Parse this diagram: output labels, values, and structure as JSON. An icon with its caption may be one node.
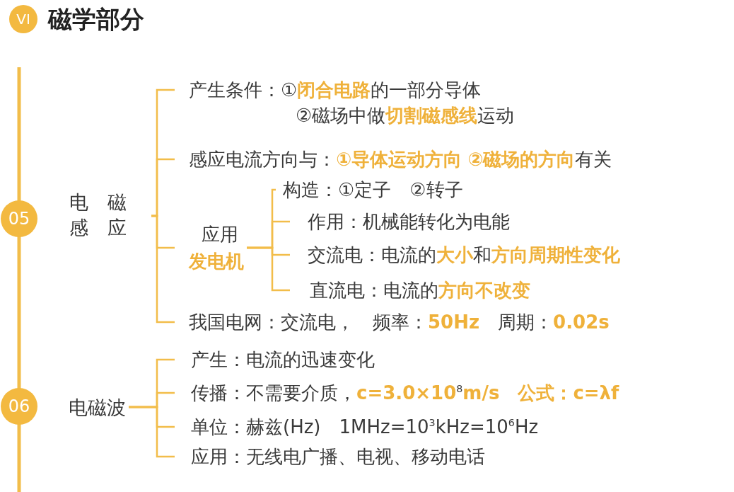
{
  "diagram": {
    "title": "磁学部分",
    "nodes": [
      {
        "text": [
          "VI"
        ]
      },
      {
        "text": [
          "05"
        ]
      },
      {
        "text": [
          "电磁感应"
        ]
      },
      {
        "text": [
          "产生条件：①**闭合电路**的一部分导体",
          "②磁场中做**切割磁感线**运动"
        ]
      },
      {
        "text": [
          "感应电流方向与：**①导体运动方向**  **②磁场的方向**有关"
        ]
      },
      {
        "text": [
          "应用",
          "**发电机**"
        ]
      },
      {
        "text": [
          "构造：①定子　②转子"
        ]
      },
      {
        "text": [
          "作用：机械能转化为电能"
        ]
      },
      {
        "text": [
          "交流电：电流的**大小**和**方向周期性变化**"
        ]
      },
      {
        "text": [
          "直流电：电流的**方向不改变**"
        ]
      },
      {
        "text": [
          "我国电网：交流电，　频率：**50Hz**　周期：**0.02s**"
        ]
      },
      {
        "text": [
          "06"
        ]
      },
      {
        "text": [
          "电磁波"
        ]
      },
      {
        "text": [
          "产生：电流的迅速变化"
        ]
      },
      {
        "text": [
          "传播：不需要介质，**c=3.0×10**$^{8}$**m/s　公式：c=λf**"
        ]
      },
      {
        "text": [
          "单位：赫兹(Hz)　1MHz=10$^{3}$kHz=10$^{6}$Hz"
        ]
      },
      {
        "text": [
          "应用：无线电广播、电视、移动电话"
        ]
      }
    ],
    "edges": [
      {
        "from": 2,
        "to": 3,
        "arrow": "none"
      },
      {
        "from": 2,
        "to": 4,
        "arrow": "none"
      },
      {
        "from": 2,
        "to": 5,
        "arrow": "none"
      },
      {
        "from": 2,
        "to": 10,
        "arrow": "none"
      },
      {
        "from": 5,
        "to": 6,
        "arrow": "none"
      },
      {
        "from": 5,
        "to": 7,
        "arrow": "none"
      },
      {
        "from": 5,
        "to": 8,
        "arrow": "none"
      },
      {
        "from": 5,
        "to": 9,
        "arrow": "none"
      },
      {
        "from": 12,
        "to": 13,
        "arrow": "none"
      },
      {
        "from": 12,
        "to": 14,
        "arrow": "none"
      },
      {
        "from": 12,
        "to": 15,
        "arrow": "none"
      },
      {
        "from": 12,
        "to": 16,
        "arrow": "none"
      }
    ]
  }
}
